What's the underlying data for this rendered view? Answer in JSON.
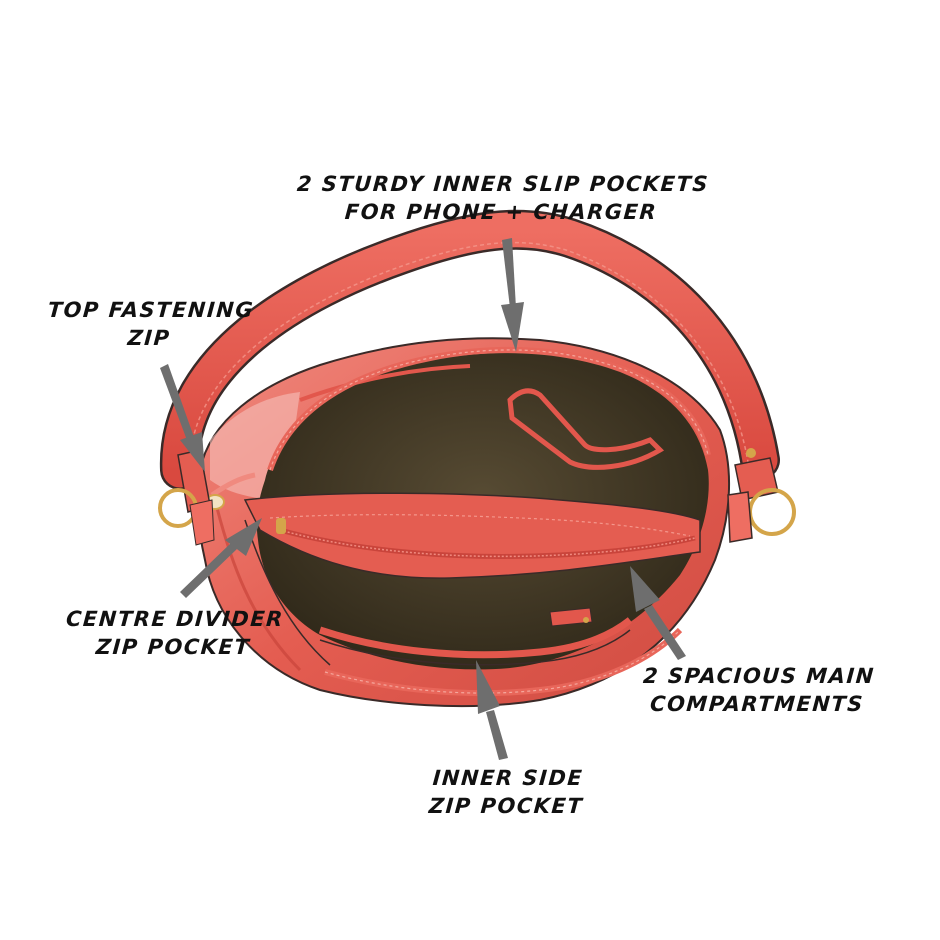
{
  "image": {
    "subject": "Coral handbag, top-down open view with feature callouts",
    "background": "#ffffff"
  },
  "colors": {
    "leather": "#e2574c",
    "leather_light": "#ee7f73",
    "leather_dark": "#b83a32",
    "lining": "#4a3f2a",
    "lining_dark": "#2e271a",
    "edge_paint": "#3a2a28",
    "hardware_gold": "#d4a54a",
    "arrow_gray": "#6e6e6e",
    "label_text": "#111111"
  },
  "callouts": {
    "slip_pockets": {
      "line1": "2 STURDY INNER SLIP POCKETS",
      "line2": "FOR PHONE + CHARGER"
    },
    "top_zip": {
      "line1": "TOP FASTENING",
      "line2": "ZIP"
    },
    "centre_divider": {
      "line1": "CENTRE DIVIDER",
      "line2": "ZIP POCKET"
    },
    "main_compartments": {
      "line1": "2 SPACIOUS MAIN",
      "line2": "COMPARTMENTS"
    },
    "inner_side_zip": {
      "line1": "INNER SIDE",
      "line2": "ZIP POCKET"
    }
  }
}
